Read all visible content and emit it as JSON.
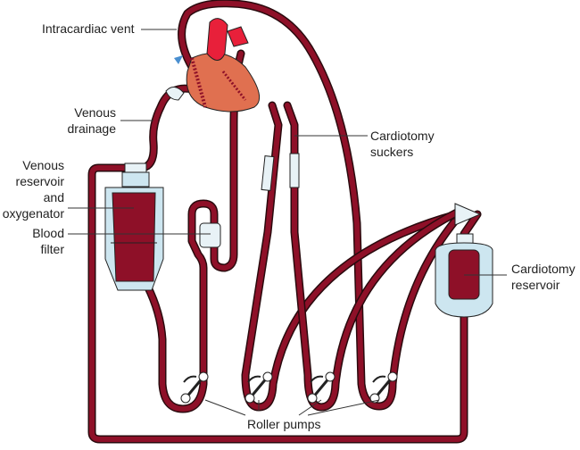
{
  "labels": {
    "intracardiac_vent": "Intracardiac vent",
    "venous_drainage": [
      "Venous",
      "drainage"
    ],
    "venous_reservoir": [
      "Venous",
      "reservoir",
      "and",
      "oxygenator"
    ],
    "blood_filter": [
      "Blood",
      "filter"
    ],
    "cardiotomy_suckers": [
      "Cardiotomy",
      "suckers"
    ],
    "cardiotomy_reservoir": [
      "Cardiotomy",
      "reservoir"
    ],
    "roller_pumps": "Roller pumps"
  },
  "colors": {
    "blood": "#8e1028",
    "heart": "#e8203a",
    "heart_muscle": "#e07050",
    "device": "#cde6f0"
  }
}
